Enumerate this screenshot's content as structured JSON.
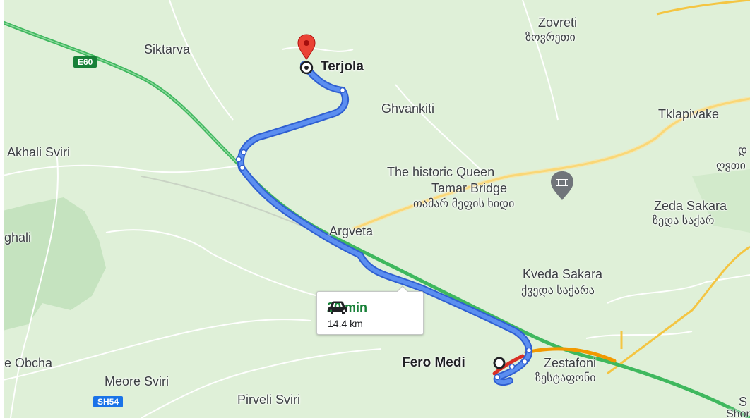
{
  "colors": {
    "land": "#dff0d8",
    "forest": "#c5e3bf",
    "highway": "#4cc46a",
    "road": "#fdd663",
    "route": "#4a7ee8",
    "route_edge": "#2f5fd1",
    "traffic_red": "#d93025",
    "traffic_orange": "#f29900",
    "shield_blue": "#1a73e8",
    "shield_green": "#188038",
    "pin": "#ea4335",
    "eta": "#188038"
  },
  "icons": {
    "destination": "map-pin-icon",
    "car": "car-icon",
    "landmark": "bridge-landmark-icon"
  },
  "shields": {
    "e60": "E60",
    "sh54": "SH54"
  },
  "places": {
    "siktarva": "Siktarva",
    "zovreti": "Zovreti",
    "zovreti_ka": "ზოვრეთი",
    "ghvankiti": "Ghvankiti",
    "tklapivake": "Tklapivake",
    "akhali_sviri": "Akhali Sviri",
    "edge_right_1": "დ",
    "edge_right_2": "ღვთი",
    "zeda_sakara": "Zeda Sakara",
    "zeda_sakara_ka": "ზედა საქარ",
    "ghali": "ghali",
    "argveta": "Argveta",
    "kveda_sakara": "Kveda Sakara",
    "kveda_sakara_ka": "ქვედა საქარა",
    "obcha": "e Obcha",
    "meore_sviri": "Meore Sviri",
    "pirveli_sviri": "Pirveli Sviri",
    "zestafoni": "Zestafoni",
    "zestafoni_ka": "ზესტაფონი",
    "edge_bottom_1": "S",
    "edge_bottom_2": "Shor"
  },
  "landmark": {
    "line1": "The historic Queen",
    "line2": "Tamar Bridge",
    "ka": "თამარ მეფის ხიდი"
  },
  "route": {
    "origin": "Fero Medi",
    "destination": "Terjola",
    "duration": "20 min",
    "distance": "14.4 km"
  }
}
